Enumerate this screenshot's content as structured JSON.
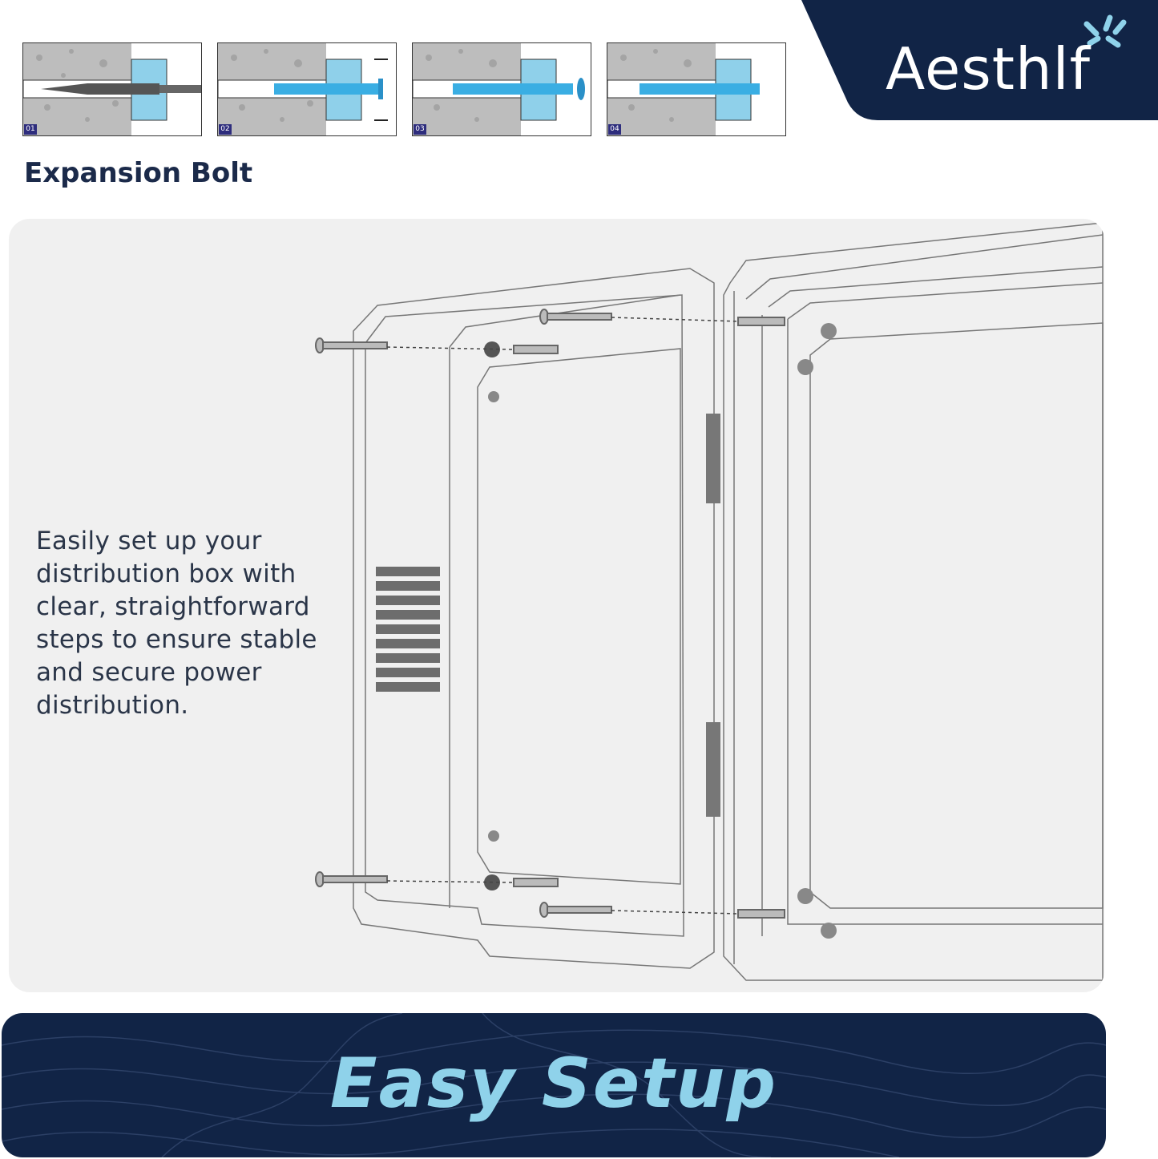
{
  "brand": {
    "name": "Aesthlf",
    "accent_color": "#112446",
    "spark_color": "#8fd2ea"
  },
  "steps": [
    {
      "number": "01",
      "illustration": "drill-into-concrete"
    },
    {
      "number": "02",
      "illustration": "insert-expansion-anchor"
    },
    {
      "number": "03",
      "illustration": "screw-in-bolt"
    },
    {
      "number": "04",
      "illustration": "anchor-expanded"
    }
  ],
  "section_title": "Expansion Bolt",
  "description": "Easily set up your distribution box with clear, straightforward steps to ensure stable and secure power distribution.",
  "banner": {
    "title": "Easy Setup",
    "title_color": "#8fd2ea",
    "background": "#112446"
  }
}
